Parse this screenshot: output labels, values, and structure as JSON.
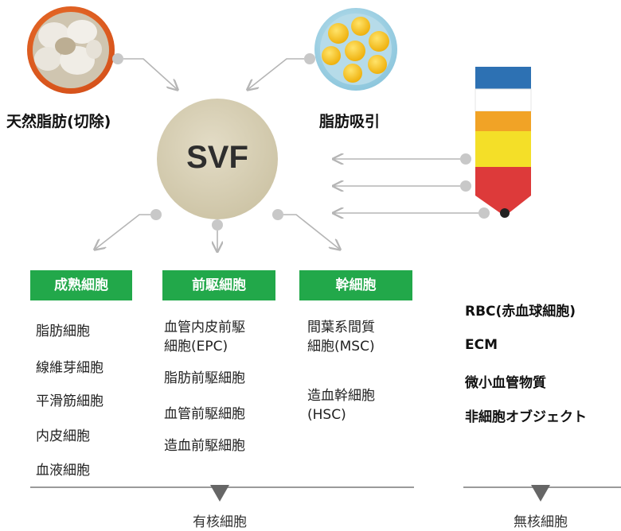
{
  "sources": {
    "natural_fat": "天然脂肪(切除)",
    "liposuction": "脂肪吸引"
  },
  "center": {
    "label": "SVF"
  },
  "columns": [
    {
      "header": "成熟細胞",
      "items": [
        "脂肪細胞",
        "線維芽細胞",
        "平滑筋細胞",
        "内皮細胞",
        "血液細胞"
      ]
    },
    {
      "header": "前駆細胞",
      "items": [
        "血管内皮前駆\n細胞(EPC)",
        "脂肪前駆細胞",
        "血管前駆細胞",
        "造血前駆細胞"
      ]
    },
    {
      "header": "幹細胞",
      "items": [
        "間葉系間質\n細胞(MSC)",
        "造血幹細胞\n(HSC)"
      ]
    }
  ],
  "right_items": [
    "RBC(赤血球細胞)",
    "ECM",
    "微小血管物質",
    "非細胞オブジェクト"
  ],
  "groups": {
    "nucleated": "有核細胞",
    "anucleate": "無核細胞"
  },
  "colors": {
    "badge_green": "#22a84a",
    "svf_circle": "#d8d0b6",
    "arrow_gray": "#b5b5b5",
    "natural_fat_dish": "#e0601e",
    "lipo_dish": "#a9d7e8",
    "lipo_droplet": "#f5c21b"
  },
  "icons": {
    "natural_fat": "orange-dish-icon",
    "liposuction": "fat-droplet-dish-icon",
    "tube": "blood-tube-icon"
  }
}
